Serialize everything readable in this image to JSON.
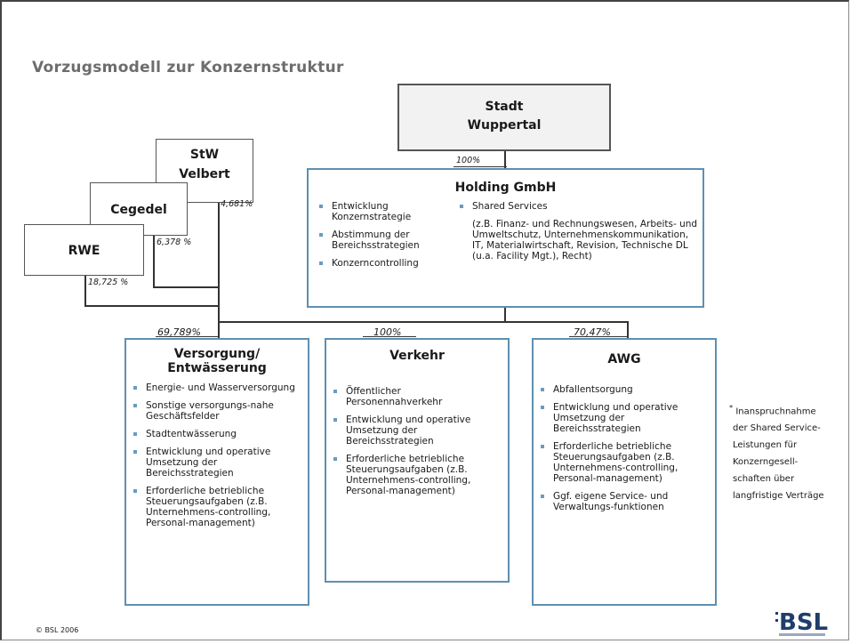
{
  "title": "Vorzugsmodell zur Konzernstruktur",
  "stadt": {
    "line1": "Stadt",
    "line2": "Wuppertal"
  },
  "stw": {
    "line1": "StW",
    "line2": "Velbert",
    "pct": "4,681%"
  },
  "cegedel": {
    "label": "Cegedel",
    "pct": "6,378 %"
  },
  "rwe": {
    "label": "RWE",
    "pct": "18,725 %"
  },
  "holding": {
    "title": "Holding GmbH",
    "pct": "100%",
    "left_items": [
      "Entwicklung Konzernstrategie",
      "Abstimmung der Bereichsstrategien",
      "Konzerncontrolling"
    ],
    "right_head": "Shared Services",
    "right_text": "(z.B. Finanz- und Rechnungswesen, Arbeits- und Umweltschutz, Unternehmenskommunikation, IT, Materialwirtschaft, Revision, Technische DL (u.a. Facility Mgt.), Recht)"
  },
  "versorgung": {
    "title1": "Versorgung/",
    "title2": "Entwässerung",
    "pct": "69,789%",
    "items": [
      "Energie- und Wasserversorgung",
      "Sonstige versorgungs-nahe Geschäftsfelder",
      "Stadtentwässerung",
      "Entwicklung und operative Umsetzung der Bereichsstrategien",
      "Erforderliche betriebliche Steuerungsaufgaben (z.B. Unternehmens-controlling, Personal-management)"
    ]
  },
  "verkehr": {
    "title": "Verkehr",
    "pct": "100%",
    "items": [
      "Öffentlicher Personennahverkehr",
      "Entwicklung und operative Umsetzung der Bereichsstrategien",
      "Erforderliche betriebliche Steuerungsaufgaben (z.B. Unternehmens-controlling, Personal-management)"
    ]
  },
  "awg": {
    "title": "AWG",
    "pct": "70,47%",
    "items": [
      "Abfallentsorgung",
      "Entwicklung und operative Umsetzung der Bereichsstrategien",
      "Erforderliche betriebliche Steuerungsaufgaben (z.B. Unternehmens-controlling, Personal-management)",
      "Ggf. eigene Service- und Verwaltungs-funktionen"
    ]
  },
  "note": {
    "star": "*",
    "l1": "Inanspruchnahme",
    "l2": "der Shared Service-",
    "l3": "Leistungen für",
    "l4": "Konzerngesell-",
    "l5": "schaften über",
    "l6": "langfristige Verträge"
  },
  "copyright": "© BSL 2006",
  "logo": "BSL",
  "colors": {
    "box_border": "#5f8fb0",
    "bullet": "#6a9bc0",
    "title": "#6d6d6d"
  }
}
